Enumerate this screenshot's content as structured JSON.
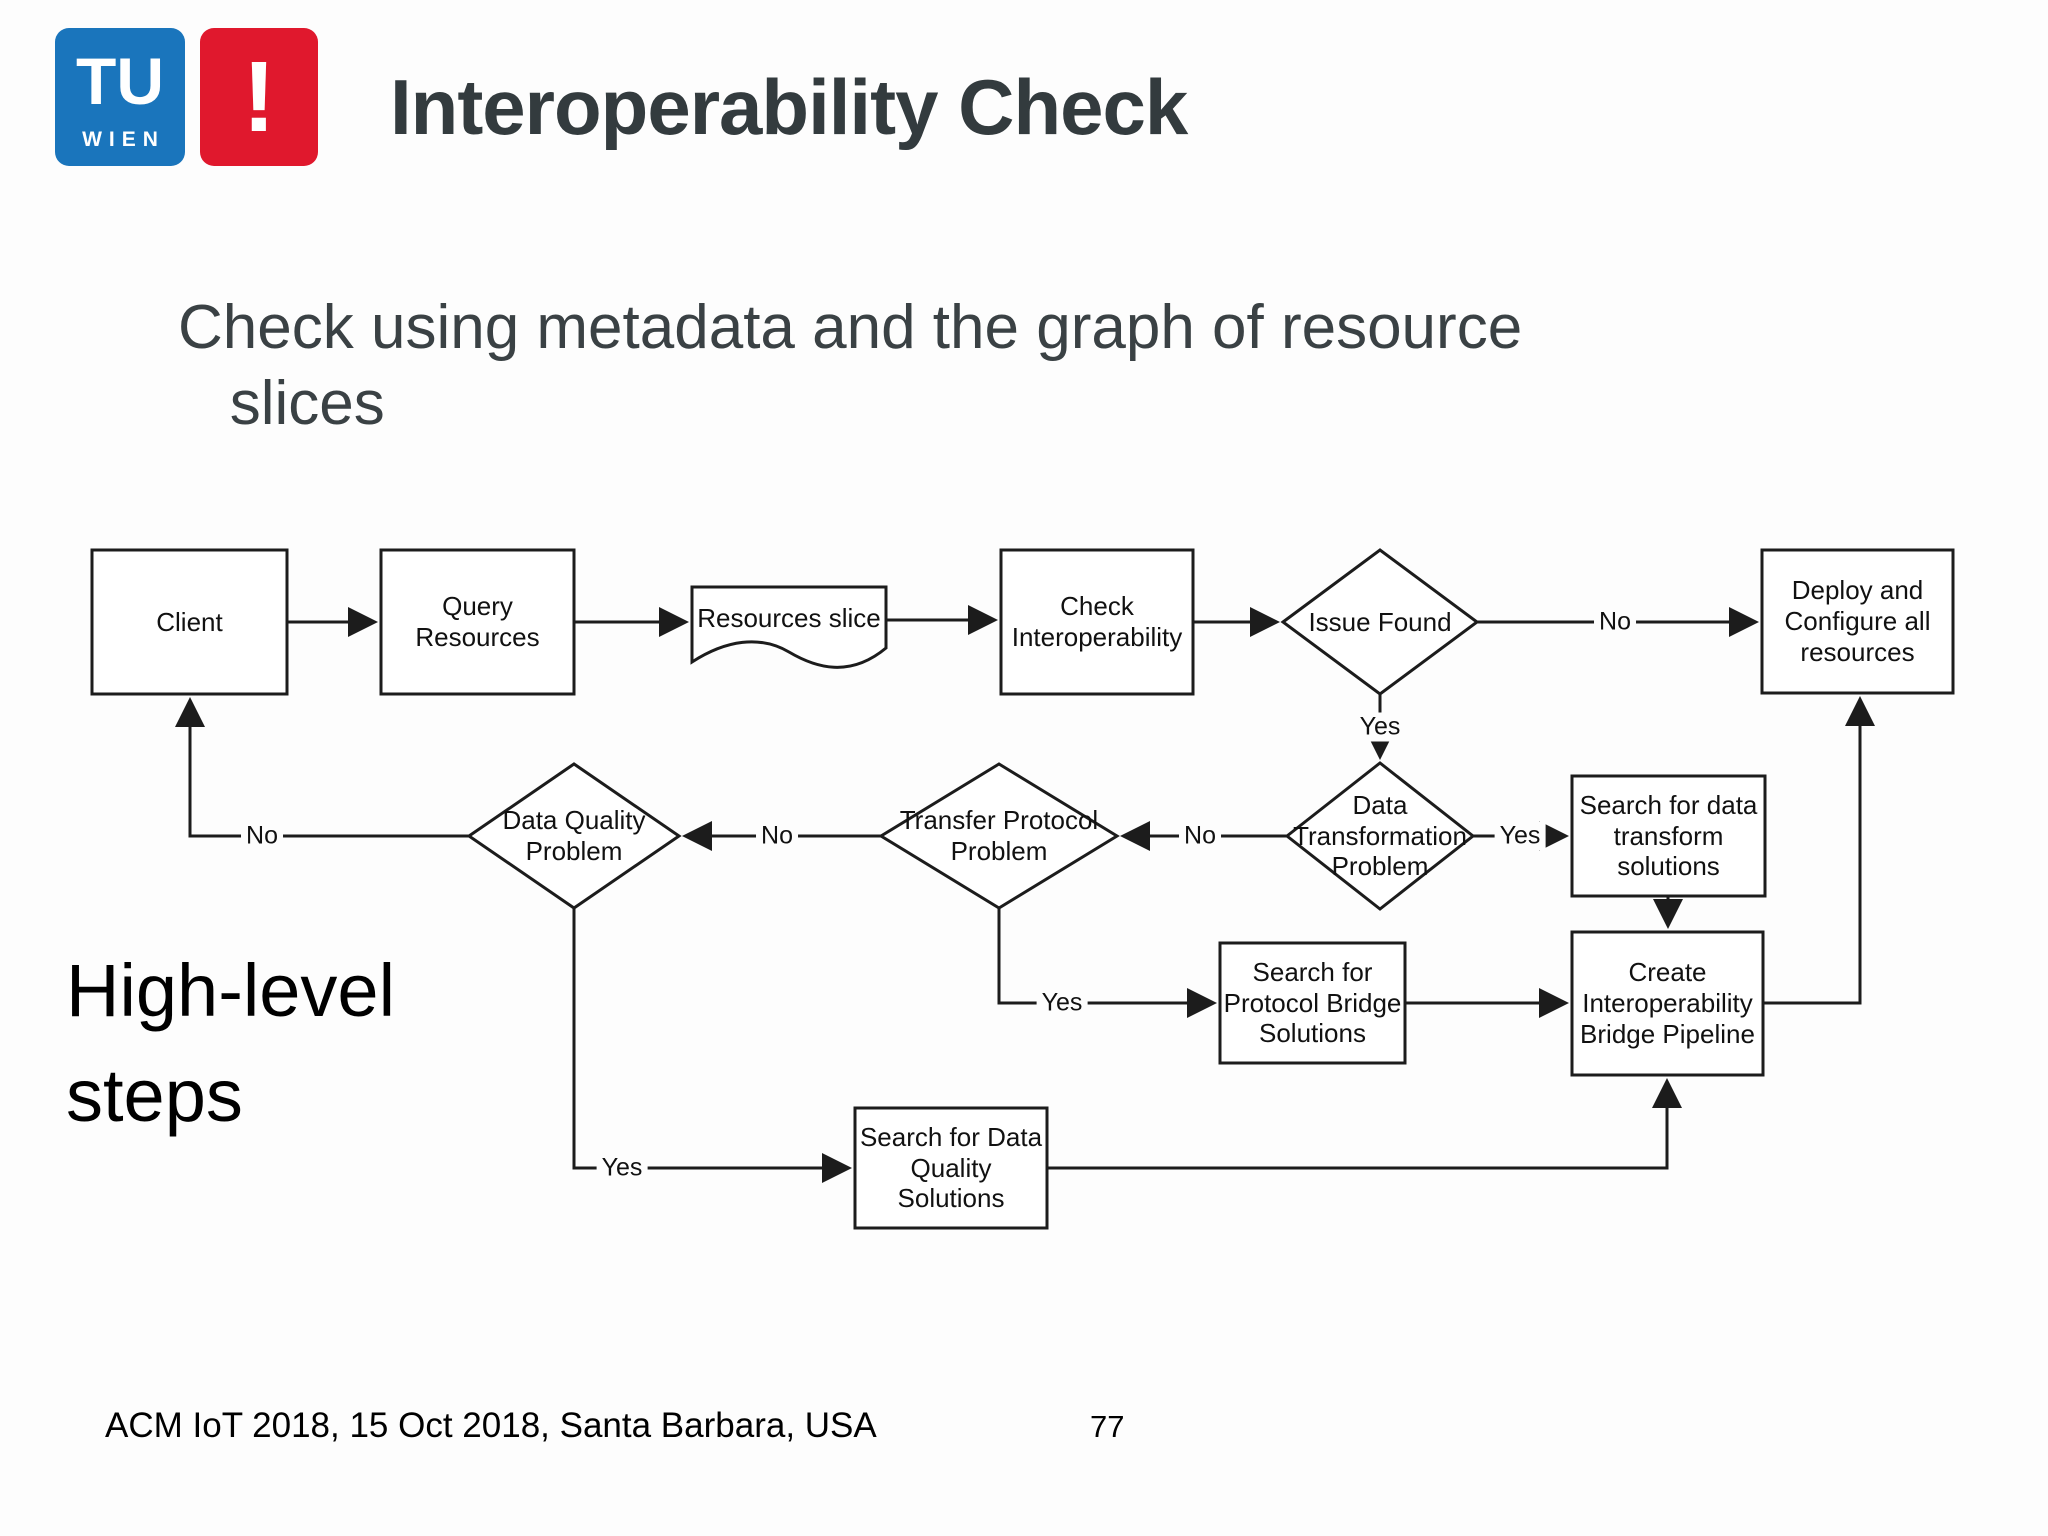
{
  "header": {
    "title": "Interoperability Check",
    "logo": {
      "tu": "TU",
      "wien": "WIEN",
      "exclamation": "!"
    }
  },
  "subtitle": "Check using metadata and the graph of resource\n   slices",
  "side_label": "High-level\nsteps",
  "flowchart": {
    "nodes": {
      "client": {
        "label": "Client"
      },
      "query_resources": {
        "label": "Query Resources"
      },
      "resources_slice": {
        "label": "Resources slice"
      },
      "check_interoperability": {
        "label": "Check\nInteroperability"
      },
      "issue_found": {
        "label": "Issue Found"
      },
      "deploy": {
        "label": "Deploy and\nConfigure all\nresources"
      },
      "data_quality": {
        "label": "Data Quality\nProblem"
      },
      "transfer_protocol": {
        "label": "Transfer Protocol\nProblem"
      },
      "data_transformation": {
        "label": "Data\nTransformation\nProblem"
      },
      "search_transform": {
        "label": "Search for data\ntransform\nsolutions"
      },
      "create_pipeline": {
        "label": "Create\nInteroperability\nBridge Pipeline"
      },
      "search_protocol_bridge": {
        "label": "Search for\nProtocol Bridge\nSolutions"
      },
      "search_data_quality": {
        "label": "Search for Data\nQuality Solutions"
      }
    },
    "edge_labels": {
      "issue_found_no": "No",
      "issue_found_yes": "Yes",
      "data_transformation_yes": "Yes",
      "data_transformation_no": "No",
      "transfer_protocol_no": "No",
      "data_quality_no": "No",
      "transfer_protocol_yes": "Yes",
      "data_quality_yes": "Yes"
    }
  },
  "footer": {
    "conference": "ACM IoT 2018, 15 Oct 2018, Santa Barbara, USA",
    "page_number": "77"
  },
  "colors": {
    "logo_blue": "#1a75bc",
    "logo_red": "#e0182d",
    "title_text": "#333b3e",
    "diagram_stroke": "#1c1c1c"
  }
}
